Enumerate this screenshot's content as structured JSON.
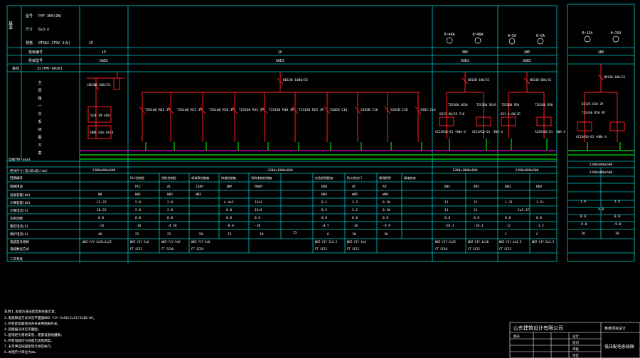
{
  "colors": {
    "background": "#000000",
    "frame": "#00c8c8",
    "text": "#ffffff",
    "bus": "#ff2020",
    "busbar_green": "#00e000",
    "busbar_magenta": "#e000e0",
    "accent_yellow": "#ffff00"
  },
  "left_info": {
    "rows": [
      {
        "key": "型号",
        "value": "PYF-300(ZW)"
      },
      {
        "key": "尺寸",
        "value": "6x3-X"
      },
      {
        "key": "规格",
        "value": "0T662 JT9V 3(b)"
      }
    ],
    "block_id": "1P"
  },
  "cabinet_row": {
    "label1": "柜体编号",
    "label2": "柜体型号",
    "label3": "进线",
    "cabinets": [
      {
        "num": "1P",
        "model": "GGD2"
      },
      {
        "num": "2P",
        "model": "GGD2"
      },
      {
        "num": "3BP",
        "model": "GGD2"
      },
      {
        "num": "2BP",
        "model": "GGD2"
      }
    ],
    "incoming_cable": "3x(TMY-60x6)",
    "right_cabinet": {
      "num": "2BP"
    }
  },
  "vertical_labels": [
    "主",
    "回",
    "路",
    "一",
    "次",
    "系",
    "统",
    "图",
    "方",
    "案"
  ],
  "meters_top": [
    "0~40A",
    "0~40A",
    "0~5A",
    "0~5A",
    "0~15A",
    "0~15A"
  ],
  "breakers": {
    "main_2p": "HD13B-1000/31",
    "feeders": [
      "T2S160 R63 3P",
      "T2S160 R25 3P",
      "T2S160 R50 3P",
      "T2S160 R25 3P",
      "T2S160 R40 3P",
      "T2S160 R25 3P",
      "S202B-C16",
      "S202B-C16",
      "S202B-C16",
      "S203-C16"
    ],
    "left_main": "HD13B-20A/31",
    "left_arrester": "SCB-1M-4VB",
    "left_item2": "HDB-33A-4P/3",
    "right_main": "HD13B-100/31",
    "group_3bp": [
      "HD13B-100/31",
      "T2S160 S63A",
      "T2S160 S63A",
      "DZ47-60/3P C16",
      "AC2SA10-01 +80A-4",
      "AC2SA10-01 -80A-4"
    ],
    "group_2bp": [
      "HD13B-100/31",
      "T2S160 R50",
      "T2S160 R50",
      "DZ1-6-60/3P",
      "AC2SA10-01 -40A-4"
    ],
    "group_far": [
      "DZ125-63H 3P",
      "T2S160 R50 4P",
      "AC2SA10-01 +80A-4"
    ]
  },
  "busbar_label": "母线TMY-40x4",
  "table": {
    "row_labels": [
      "柜体尺寸(宽x深x高)(mm)",
      "回路编号",
      "回路用途",
      "设备容量(kW)",
      "计算容量(kW)",
      "计算电流(A)",
      "功率因数",
      "整定电流(A)",
      "保护电流(A)",
      "电缆型号规格",
      "电缆敷设方式",
      "二次系统"
    ],
    "cabinet_sizes": [
      "2200x800x600",
      "2200x1000x600",
      "1200x1000x600",
      "2200x800x600",
      "2200x800x600"
    ],
    "circuit_ids": [
      "PLC控制柜",
      "消防控制柜",
      "喷淋泵控制箱",
      "排烟控制箱",
      "消防电梯控制箱",
      "应急照明配电",
      "防火卷帘门",
      "景观照明",
      "弱电机房"
    ],
    "row_a": [
      "PLC",
      "AL",
      "J3AP",
      "3BP",
      "PWAP",
      "N50",
      "AC",
      "AP",
      "B01",
      "B02",
      "B03",
      "B04"
    ],
    "row_b": [
      "W0",
      "W01",
      "W02",
      "W03",
      "W04",
      "W05",
      "W06"
    ],
    "row_c": [
      "C3.22",
      "5.0",
      "2.8",
      "4.4x2",
      "15x2",
      "0.2",
      "2.2",
      "0.18",
      "11",
      "11",
      "1.31",
      "1.21"
    ],
    "row_d": [
      "28.22",
      "5.0",
      "2.8",
      "6.0",
      "15x2",
      "0.2",
      "2.2",
      "0.18",
      "11",
      "11",
      "2x3.37"
    ],
    "row_e": [
      "0.8",
      "0.8",
      "0.8",
      "0.8",
      "0.8",
      "0.8",
      "0.8",
      "0.8",
      "0.8",
      "0.8",
      "0.8",
      "0.8"
    ],
    "row_f": [
      "-14",
      "-10",
      "-4.56",
      "-8.0",
      "-10",
      "-0.5",
      "-10",
      "-0.9",
      "-28.3",
      "-28.3",
      "-12",
      "-1.2"
    ],
    "row_g": [
      "40",
      "25",
      "25",
      "50",
      "25",
      "20",
      "25",
      "6",
      "10",
      "16",
      "C",
      "C"
    ],
    "cables": [
      "WDZ-YJY-3x50+2x25",
      "WDZ-YJY-5x6",
      "WDZ-YJY-5x6",
      "WDZ-YJY-5x6",
      "WDZ-YJY-5x2.5",
      "WDZ-YJY-3x4",
      "WDZ-YJY-5x25",
      "WDZ-YJY-4x10",
      "WDZ-YJY-4x2.5",
      "WDZ-YJY-5x2.5"
    ],
    "laying": [
      "FT SC32",
      "FT SC40",
      "FT SC50",
      "FT SC25",
      "FT SC32",
      "CT SC40",
      "CT SC25",
      "CT SC25"
    ],
    "right_values": [
      "2200x800x600",
      "1.0",
      "1.0",
      "0.8",
      "0.8",
      "-9.8",
      "-9.8",
      "20",
      "20",
      "4.0"
    ]
  },
  "notes": {
    "title": "说明：",
    "lines": [
      "1.本图为低压配电系统图示意。",
      "2.电缆敷设方式详见平面图WDZ-YJY-3x50+2x25/SC80-WC。",
      "  3.所有配电箱进线开关采用隔离开关。",
      "  4.回路编号详见平面图。",
      "  5.配电柜为落地安装，底部设基础槽钢。",
      "  6.所有电缆均为低烟无卤阻燃型。",
      "  7.未尽事宜按国家现行规范执行。",
      "6.本图尺寸单位为mm。"
    ]
  },
  "title_block": {
    "company": "山东建筑设计有限公司",
    "project": "某某项目设计",
    "drawing": "低压配电系统图",
    "cells": [
      "设计",
      "校对",
      "审核",
      "审定",
      "图号"
    ]
  }
}
